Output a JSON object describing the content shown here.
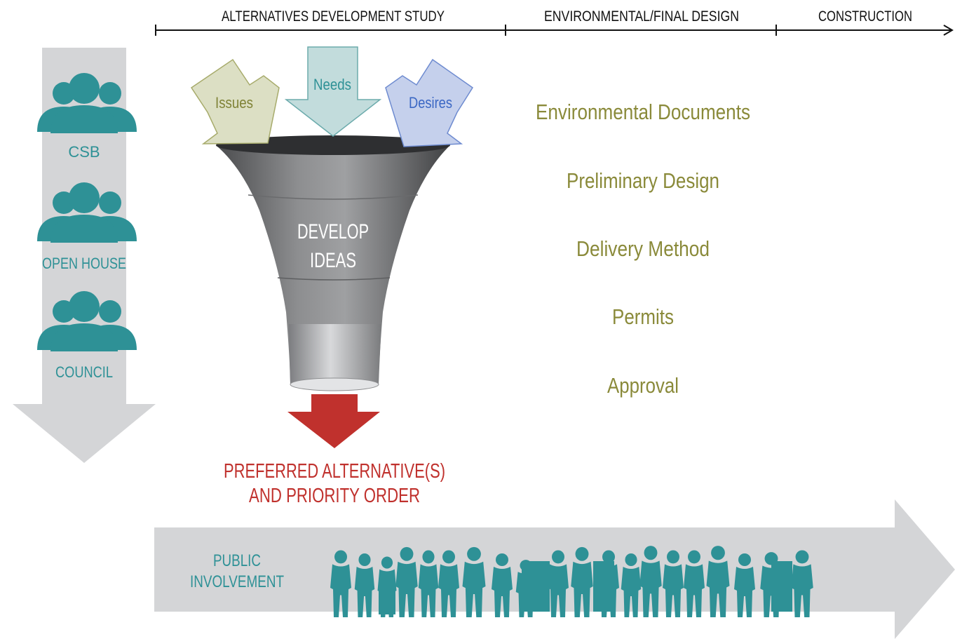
{
  "timeline": {
    "phases": [
      "ALTERNATIVES DEVELOPMENT STUDY",
      "ENVIRONMENTAL/FINAL DESIGN",
      "CONSTRUCTION"
    ]
  },
  "inputs": {
    "issues": "Issues",
    "needs": "Needs",
    "desires": "Desires"
  },
  "funnel": {
    "line1": "DEVELOP",
    "line2": "IDEAS"
  },
  "output": {
    "line1": "PREFERRED ALTERNATIVE(S)",
    "line2": "AND PRIORITY ORDER"
  },
  "groups": [
    "CSB",
    "OPEN HOUSE",
    "COUNCIL"
  ],
  "design_steps": [
    "Environmental Documents",
    "Preliminary Design",
    "Delivery Method",
    "Permits",
    "Approval"
  ],
  "public": {
    "line1": "PUBLIC",
    "line2": "INVOLVEMENT"
  },
  "colors": {
    "teal": "#2e9196",
    "olive": "#8a8a3a",
    "red": "#c0312d",
    "gray_arrow": "#d4d5d7",
    "issues_fill": "#dcdfc4",
    "needs_fill": "#c2dcdc",
    "desires_fill": "#c5d0ec"
  },
  "icons": {
    "group": "people-group-icon",
    "crowd": "crowd-silhouette-icon"
  }
}
